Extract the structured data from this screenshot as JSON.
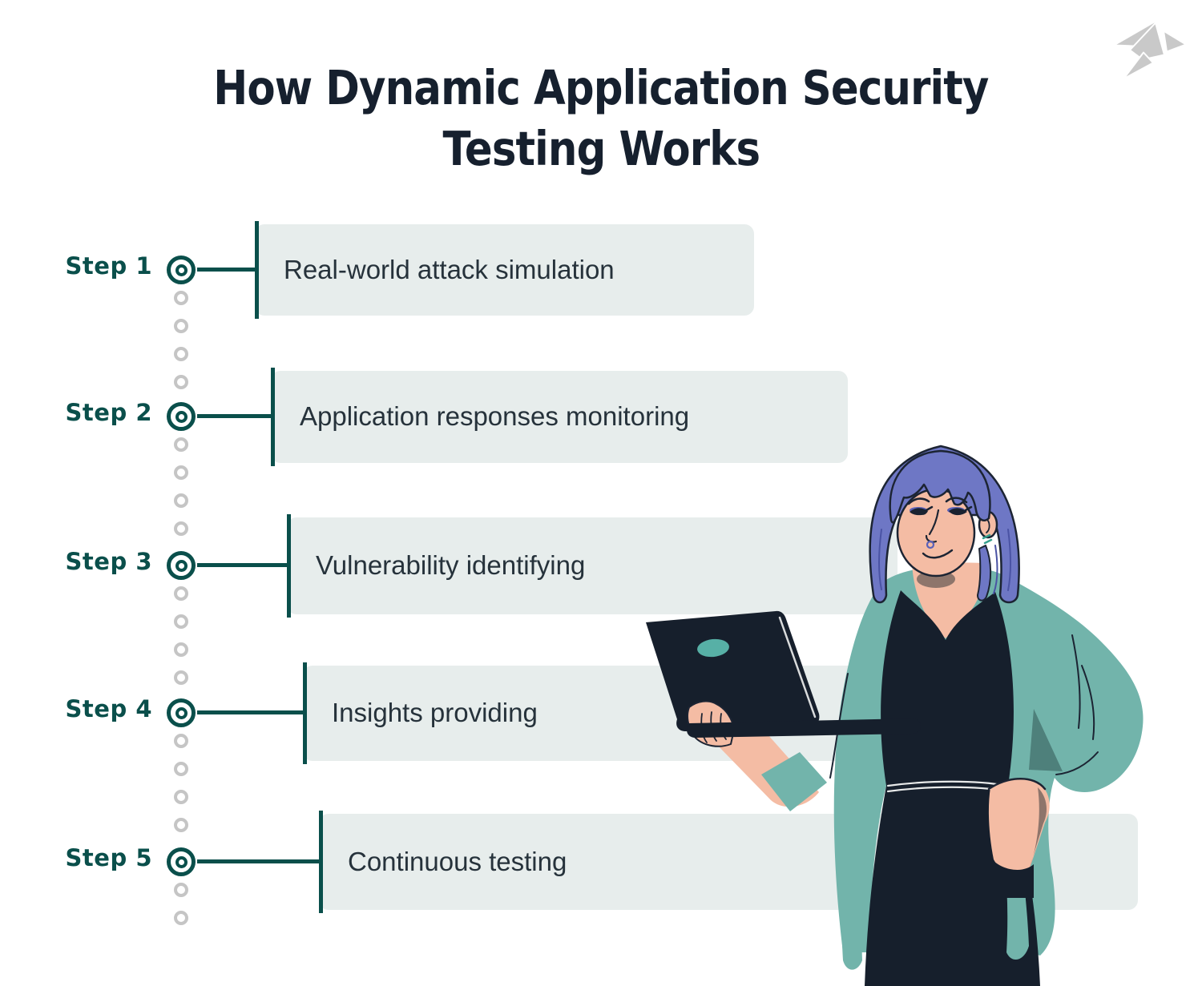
{
  "title": {
    "line1": "How Dynamic Application Security",
    "line2": "Testing Works"
  },
  "logo": {
    "name": "origami-bird-logo",
    "color": "#c9c9c9"
  },
  "steps": [
    {
      "label": "Step 1",
      "text": "Real-world attack simulation"
    },
    {
      "label": "Step 2",
      "text": "Application responses monitoring"
    },
    {
      "label": "Step 3",
      "text": "Vulnerability identifying"
    },
    {
      "label": "Step 4",
      "text": "Insights providing"
    },
    {
      "label": "Step 5",
      "text": "Continuous testing"
    }
  ],
  "palette": {
    "accent_teal": "#0a4f4b",
    "box_background": "#e7edec",
    "box_text": "#26323b",
    "title_text": "#16202e",
    "dot_gray": "#c5c5c5",
    "illustration_hair": "#6e77c5",
    "illustration_skin": "#f4bca4",
    "illustration_cardigan": "#72b4ab",
    "illustration_dark": "#161f2c",
    "illustration_laptop_logo": "#57b0a6"
  }
}
